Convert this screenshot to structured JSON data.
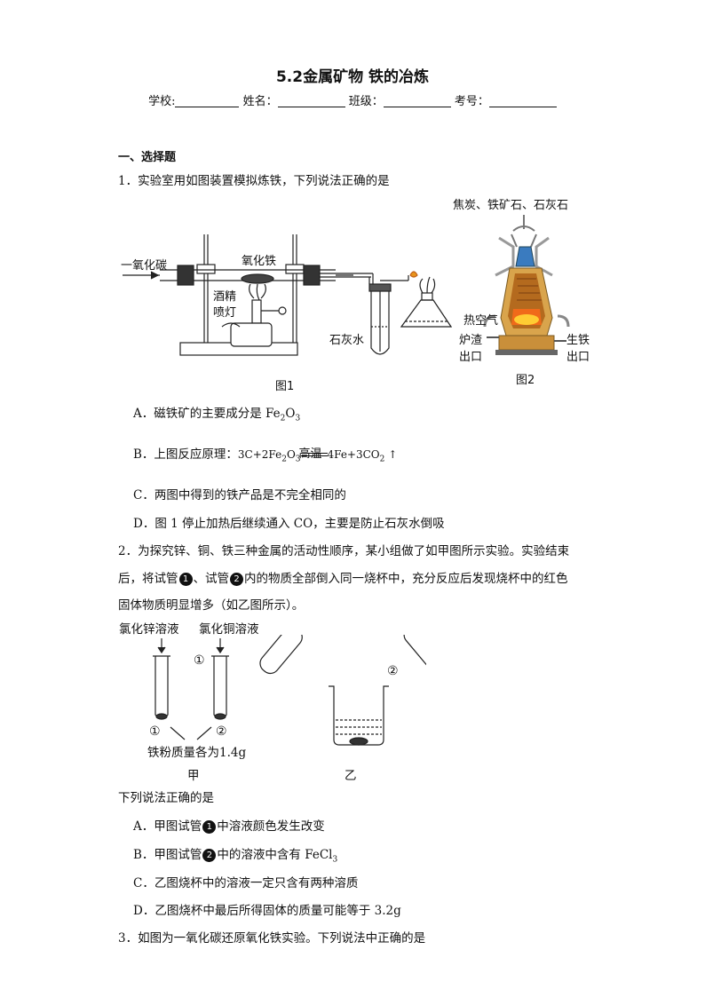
{
  "header": {
    "title": "5.2金属矿物 铁的冶炼",
    "school_label": "学校:",
    "name_label": "姓名：",
    "class_label": "班级：",
    "exam_no_label": "考号："
  },
  "section1": {
    "title": "一、选择题"
  },
  "q1": {
    "stem": "1．实验室用如图装置模拟炼铁，下列说法正确的是",
    "fig1": {
      "co_label": "一氧化碳",
      "iron_oxide_label": "氧化铁",
      "lamp_label_1": "酒精",
      "lamp_label_2": "喷灯",
      "limewater_label": "石灰水",
      "caption": "图1"
    },
    "fig2": {
      "top_label": "焦炭、铁矿石、石灰石",
      "hot_air_label": "热空气",
      "slag_label_1": "炉渣",
      "slag_label_2": "出口",
      "iron_label_1": "生铁",
      "iron_label_2": "出口",
      "caption": "图2"
    },
    "options": {
      "A_prefix": "A．磁铁矿的主要成分是 Fe",
      "A_sub1": "2",
      "A_mid": "O",
      "A_sub2": "3",
      "B_prefix": "B．上图反应原理：",
      "B_left": "3C+2Fe",
      "B_sub1": "2",
      "B_mid": "O",
      "B_sub2": "3",
      "B_condition": "高温",
      "B_right": "4Fe+3CO",
      "B_sub3": "2",
      "B_arrow": "↑",
      "C": "C．两图中得到的铁产品是不完全相同的",
      "D": "D．图 1 停止加热后继续通入 CO，主要是防止石灰水倒吸"
    }
  },
  "q2": {
    "line1": "2．为探究锌、铜、铁三种金属的活动性顺序，某小组做了如甲图所示实验。实验结束",
    "line2_a": "后，将试管",
    "line2_c1": "1",
    "line2_b": "、试管",
    "line2_c2": "2",
    "line2_c": "内的物质全部倒入同一烧杯中，充分反应后发现烧杯中的红色",
    "line3": "固体物质明显增多（如乙图所示）。",
    "fig": {
      "zncl2_label": "氯化锌溶液",
      "cucl2_label": "氯化铜溶液",
      "tube1_mark": "①",
      "tube2_mark": "②",
      "iron_mass_label": "铁粉质量各为1.4g",
      "jia_caption": "甲",
      "yi_tube1_mark": "①",
      "yi_tube2_mark": "②",
      "yi_caption": "乙"
    },
    "prompt": "下列说法正确的是",
    "options": {
      "A_a": "A．甲图试管",
      "A_c": "1",
      "A_b": "中溶液颜色发生改变",
      "B_a": "B．甲图试管",
      "B_c": "2",
      "B_b": "中的溶液中含有 FeCl",
      "B_sub": "3",
      "C": "C．乙图烧杯中的溶液一定只含有两种溶质",
      "D": "D．乙图烧杯中最后所得固体的质量可能等于 3.2g"
    }
  },
  "q3": {
    "stem": "3．如图为一氧化碳还原氧化铁实验。下列说法中正确的是"
  }
}
